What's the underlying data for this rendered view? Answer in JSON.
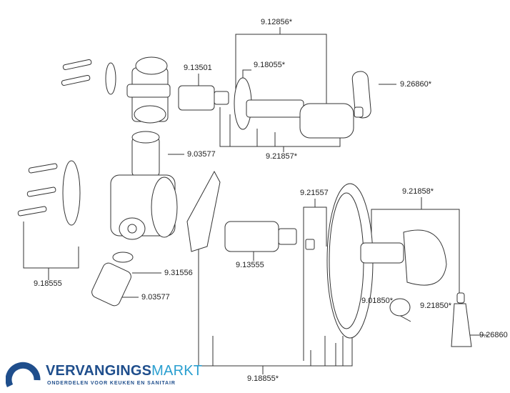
{
  "part_labels": {
    "p9_12856": "9.12856*",
    "p9_13501": "9.13501",
    "p9_18055": "9.18055*",
    "p9_26860s": "9.26860*",
    "p9_21857": "9.21857*",
    "p9_03577a": "9.03577",
    "p9_21557": "9.21557",
    "p9_21858": "9.21858*",
    "p9_31556": "9.31556",
    "p9_13555": "9.13555",
    "p9_18555": "9.18555",
    "p9_03577b": "9.03577",
    "p9_01850": "9.01850*",
    "p9_21850": "9.21850*",
    "p9_26860": "9.26860",
    "p9_18855": "9.18855*"
  },
  "logo": {
    "brand_bold": "VERVANGINGS",
    "brand_light": "MARKT",
    "tagline": "ONDERDELEN VOOR KEUKEN EN SANITAIR"
  },
  "colors": {
    "line": "#333333",
    "brand_dark": "#1f4e8c",
    "brand_light": "#2a9fd0"
  }
}
